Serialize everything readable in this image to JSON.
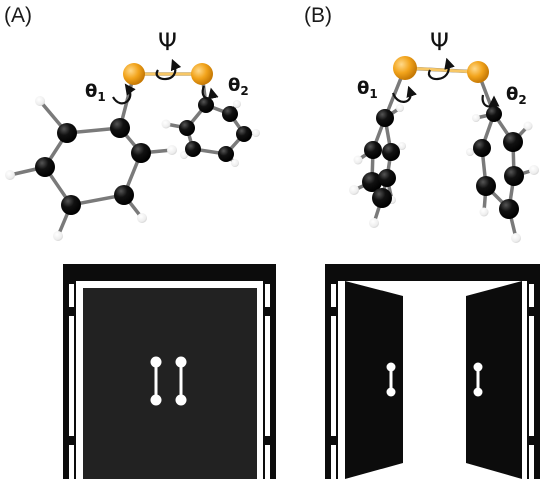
{
  "panels": [
    {
      "id": "A",
      "label": "(A)"
    },
    {
      "id": "B",
      "label": "(B)"
    }
  ],
  "symbols": {
    "psi": "Ψ",
    "theta": "θ",
    "sub1": "1",
    "sub2": "2"
  },
  "colors": {
    "sulfur": "#f2a41c",
    "carbon": "#0a0a0a",
    "hydrogen": "#f4f4f4",
    "bond": "#7a7a7a",
    "door": "#222222",
    "frame": "#0c0c0c",
    "handle": "#ffffff"
  },
  "states": {
    "A": "closed-door",
    "B": "open-door"
  }
}
